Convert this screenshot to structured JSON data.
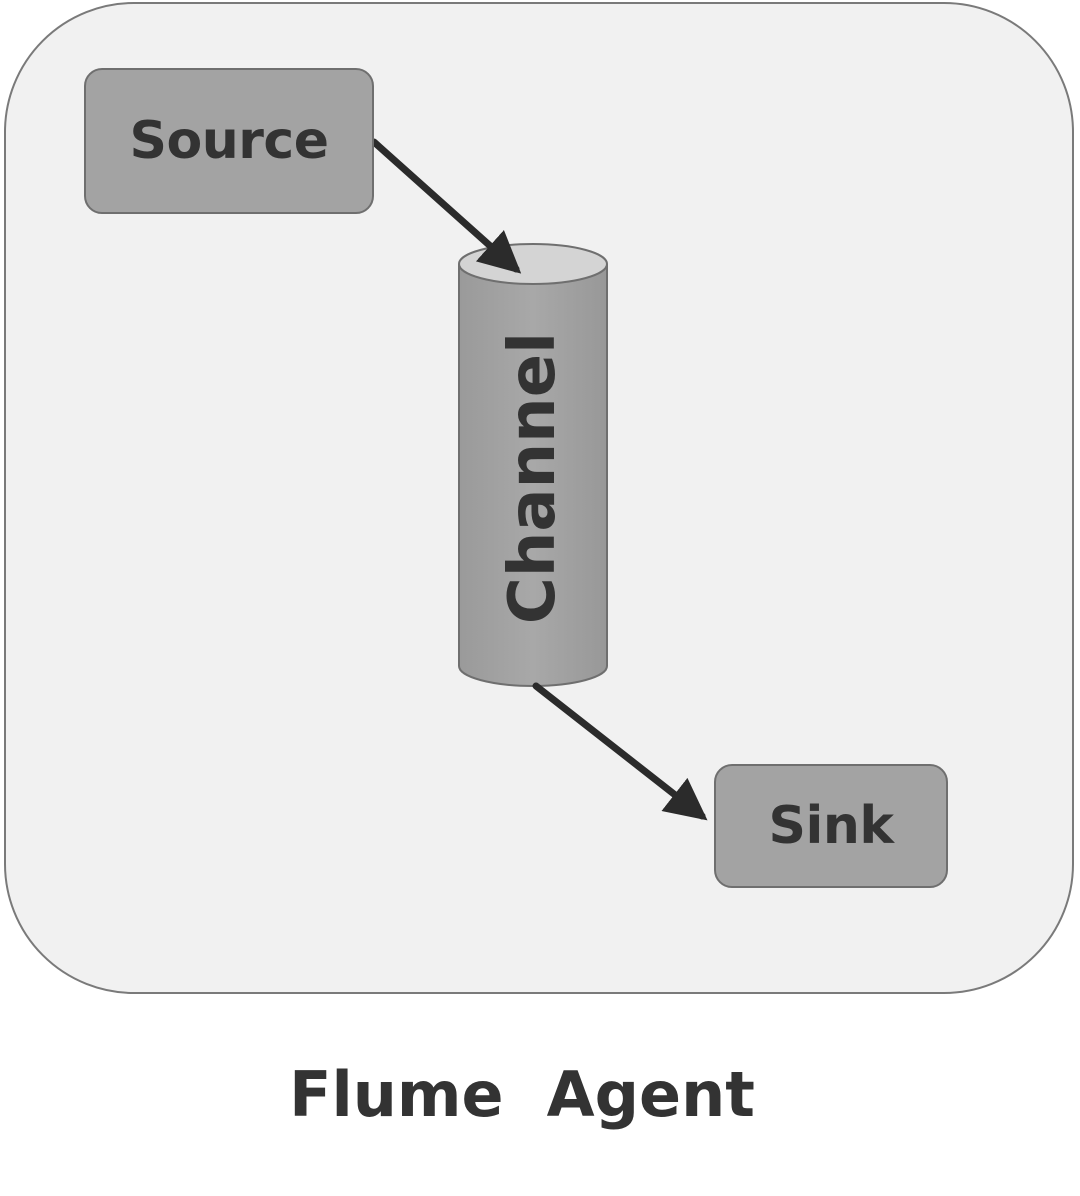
{
  "diagram": {
    "nodes": {
      "source": "Source",
      "channel": "Channel",
      "sink": "Sink"
    },
    "caption": "Flume  Agent",
    "edges": [
      {
        "from": "Source",
        "to": "Channel"
      },
      {
        "from": "Channel",
        "to": "Sink"
      }
    ]
  },
  "colors": {
    "container_fill": "#f1f1f1",
    "container_border": "#7a7a7a",
    "node_fill": "#a3a3a3",
    "text": "#333333",
    "arrow": "#2b2b2b"
  }
}
